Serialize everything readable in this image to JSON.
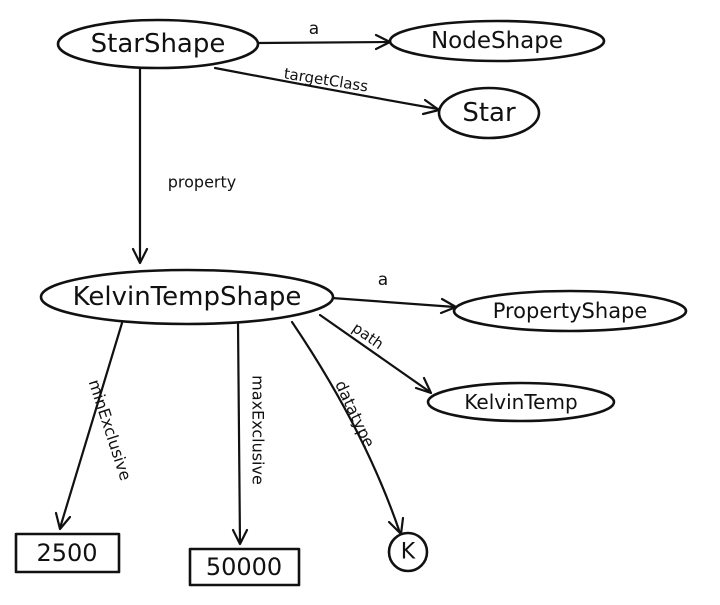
{
  "diagram": {
    "colors": {
      "ink": "#111111",
      "background": "#ffffff"
    },
    "nodes": {
      "star_shape": "StarShape",
      "node_shape": "NodeShape",
      "star": "Star",
      "kelvin_temp_shape": "KelvinTempShape",
      "property_shape": "PropertyShape",
      "kelvin_temp": "KelvinTemp",
      "min_value": "2500",
      "max_value": "50000",
      "datatype_value": "K"
    },
    "edges": {
      "star_a": "a",
      "target_class": "targetClass",
      "property": "property",
      "kelvin_a": "a",
      "path": "path",
      "min_exclusive": "minExclusive",
      "max_exclusive": "maxExclusive",
      "datatype": "datatype"
    }
  }
}
